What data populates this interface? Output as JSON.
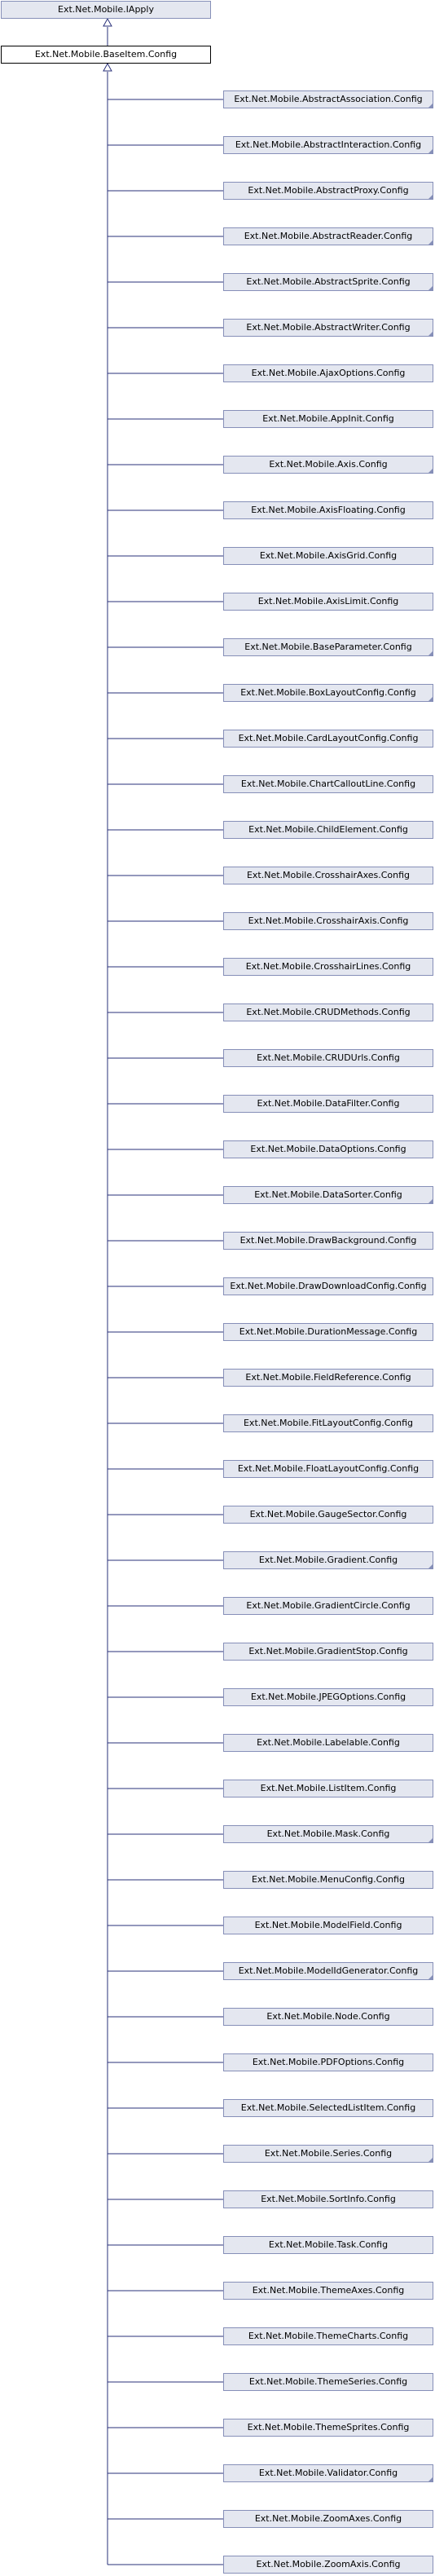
{
  "root": "Ext.Net.Mobile.IApply",
  "base": "Ext.Net.Mobile.BaseItem.Config",
  "children": [
    {
      "label": "Ext.Net.Mobile.AbstractAssociation.Config",
      "folded": true
    },
    {
      "label": "Ext.Net.Mobile.AbstractInteraction.Config",
      "folded": true
    },
    {
      "label": "Ext.Net.Mobile.AbstractProxy.Config",
      "folded": true
    },
    {
      "label": "Ext.Net.Mobile.AbstractReader.Config",
      "folded": true
    },
    {
      "label": "Ext.Net.Mobile.AbstractSprite.Config",
      "folded": true
    },
    {
      "label": "Ext.Net.Mobile.AbstractWriter.Config",
      "folded": true
    },
    {
      "label": "Ext.Net.Mobile.AjaxOptions.Config",
      "folded": false
    },
    {
      "label": "Ext.Net.Mobile.AppInit.Config",
      "folded": false
    },
    {
      "label": "Ext.Net.Mobile.Axis.Config",
      "folded": true
    },
    {
      "label": "Ext.Net.Mobile.AxisFloating.Config",
      "folded": false
    },
    {
      "label": "Ext.Net.Mobile.AxisGrid.Config",
      "folded": false
    },
    {
      "label": "Ext.Net.Mobile.AxisLimit.Config",
      "folded": false
    },
    {
      "label": "Ext.Net.Mobile.BaseParameter.Config",
      "folded": true
    },
    {
      "label": "Ext.Net.Mobile.BoxLayoutConfig.Config",
      "folded": true
    },
    {
      "label": "Ext.Net.Mobile.CardLayoutConfig.Config",
      "folded": false
    },
    {
      "label": "Ext.Net.Mobile.ChartCalloutLine.Config",
      "folded": false
    },
    {
      "label": "Ext.Net.Mobile.ChildElement.Config",
      "folded": false
    },
    {
      "label": "Ext.Net.Mobile.CrosshairAxes.Config",
      "folded": false
    },
    {
      "label": "Ext.Net.Mobile.CrosshairAxis.Config",
      "folded": false
    },
    {
      "label": "Ext.Net.Mobile.CrosshairLines.Config",
      "folded": false
    },
    {
      "label": "Ext.Net.Mobile.CRUDMethods.Config",
      "folded": false
    },
    {
      "label": "Ext.Net.Mobile.CRUDUrls.Config",
      "folded": false
    },
    {
      "label": "Ext.Net.Mobile.DataFilter.Config",
      "folded": false
    },
    {
      "label": "Ext.Net.Mobile.DataOptions.Config",
      "folded": false
    },
    {
      "label": "Ext.Net.Mobile.DataSorter.Config",
      "folded": true
    },
    {
      "label": "Ext.Net.Mobile.DrawBackground.Config",
      "folded": false
    },
    {
      "label": "Ext.Net.Mobile.DrawDownloadConfig.Config",
      "folded": false
    },
    {
      "label": "Ext.Net.Mobile.DurationMessage.Config",
      "folded": false
    },
    {
      "label": "Ext.Net.Mobile.FieldReference.Config",
      "folded": false
    },
    {
      "label": "Ext.Net.Mobile.FitLayoutConfig.Config",
      "folded": false
    },
    {
      "label": "Ext.Net.Mobile.FloatLayoutConfig.Config",
      "folded": false
    },
    {
      "label": "Ext.Net.Mobile.GaugeSector.Config",
      "folded": false
    },
    {
      "label": "Ext.Net.Mobile.Gradient.Config",
      "folded": true
    },
    {
      "label": "Ext.Net.Mobile.GradientCircle.Config",
      "folded": false
    },
    {
      "label": "Ext.Net.Mobile.GradientStop.Config",
      "folded": false
    },
    {
      "label": "Ext.Net.Mobile.JPEGOptions.Config",
      "folded": false
    },
    {
      "label": "Ext.Net.Mobile.Labelable.Config",
      "folded": false
    },
    {
      "label": "Ext.Net.Mobile.ListItem.Config",
      "folded": false
    },
    {
      "label": "Ext.Net.Mobile.Mask.Config",
      "folded": true
    },
    {
      "label": "Ext.Net.Mobile.MenuConfig.Config",
      "folded": false
    },
    {
      "label": "Ext.Net.Mobile.ModelField.Config",
      "folded": false
    },
    {
      "label": "Ext.Net.Mobile.ModelIdGenerator.Config",
      "folded": true
    },
    {
      "label": "Ext.Net.Mobile.Node.Config",
      "folded": false
    },
    {
      "label": "Ext.Net.Mobile.PDFOptions.Config",
      "folded": false
    },
    {
      "label": "Ext.Net.Mobile.SelectedListItem.Config",
      "folded": false
    },
    {
      "label": "Ext.Net.Mobile.Series.Config",
      "folded": true
    },
    {
      "label": "Ext.Net.Mobile.SortInfo.Config",
      "folded": false
    },
    {
      "label": "Ext.Net.Mobile.Task.Config",
      "folded": false
    },
    {
      "label": "Ext.Net.Mobile.ThemeAxes.Config",
      "folded": false
    },
    {
      "label": "Ext.Net.Mobile.ThemeCharts.Config",
      "folded": false
    },
    {
      "label": "Ext.Net.Mobile.ThemeSeries.Config",
      "folded": false
    },
    {
      "label": "Ext.Net.Mobile.ThemeSprites.Config",
      "folded": false
    },
    {
      "label": "Ext.Net.Mobile.Validator.Config",
      "folded": true
    },
    {
      "label": "Ext.Net.Mobile.ZoomAxes.Config",
      "folded": false
    },
    {
      "label": "Ext.Net.Mobile.ZoomAxis.Config",
      "folded": false
    }
  ],
  "colors": {
    "node_fill": "#e4e7f0",
    "node_border": "#868fb8",
    "edge": "#29307a"
  }
}
